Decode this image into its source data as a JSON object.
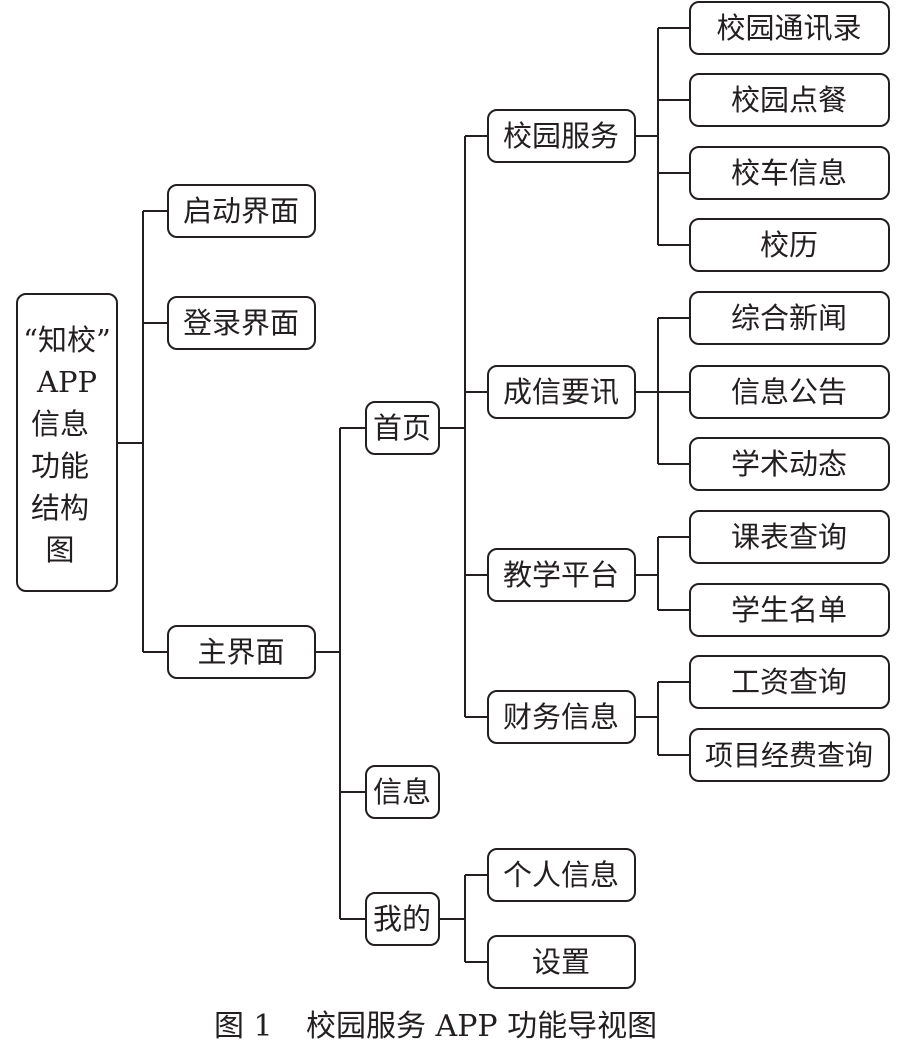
{
  "diagram": {
    "root": [
      "“知校”",
      "APP",
      "信息",
      "功能",
      "结构",
      "图"
    ],
    "level1": {
      "start": "启动界面",
      "login": "登录界面",
      "main": "主界面"
    },
    "level2": {
      "home": "首页",
      "info": "信息",
      "mine": "我的"
    },
    "level3": {
      "campus_service": "校园服务",
      "news": "成信要讯",
      "teaching": "教学平台",
      "finance": "财务信息",
      "personal_info": "个人信息",
      "settings": "设置"
    },
    "level4": {
      "contacts": "校园通讯录",
      "ordering": "校园点餐",
      "bus": "校车信息",
      "calendar": "校历",
      "general_news": "综合新闻",
      "notices": "信息公告",
      "academic": "学术动态",
      "timetable": "课表查询",
      "roster": "学生名单",
      "salary": "工资查询",
      "project_funds": "项目经费查询"
    }
  },
  "caption": {
    "figure_no": "图 1",
    "text": "校园服务 APP 功能导视图"
  }
}
